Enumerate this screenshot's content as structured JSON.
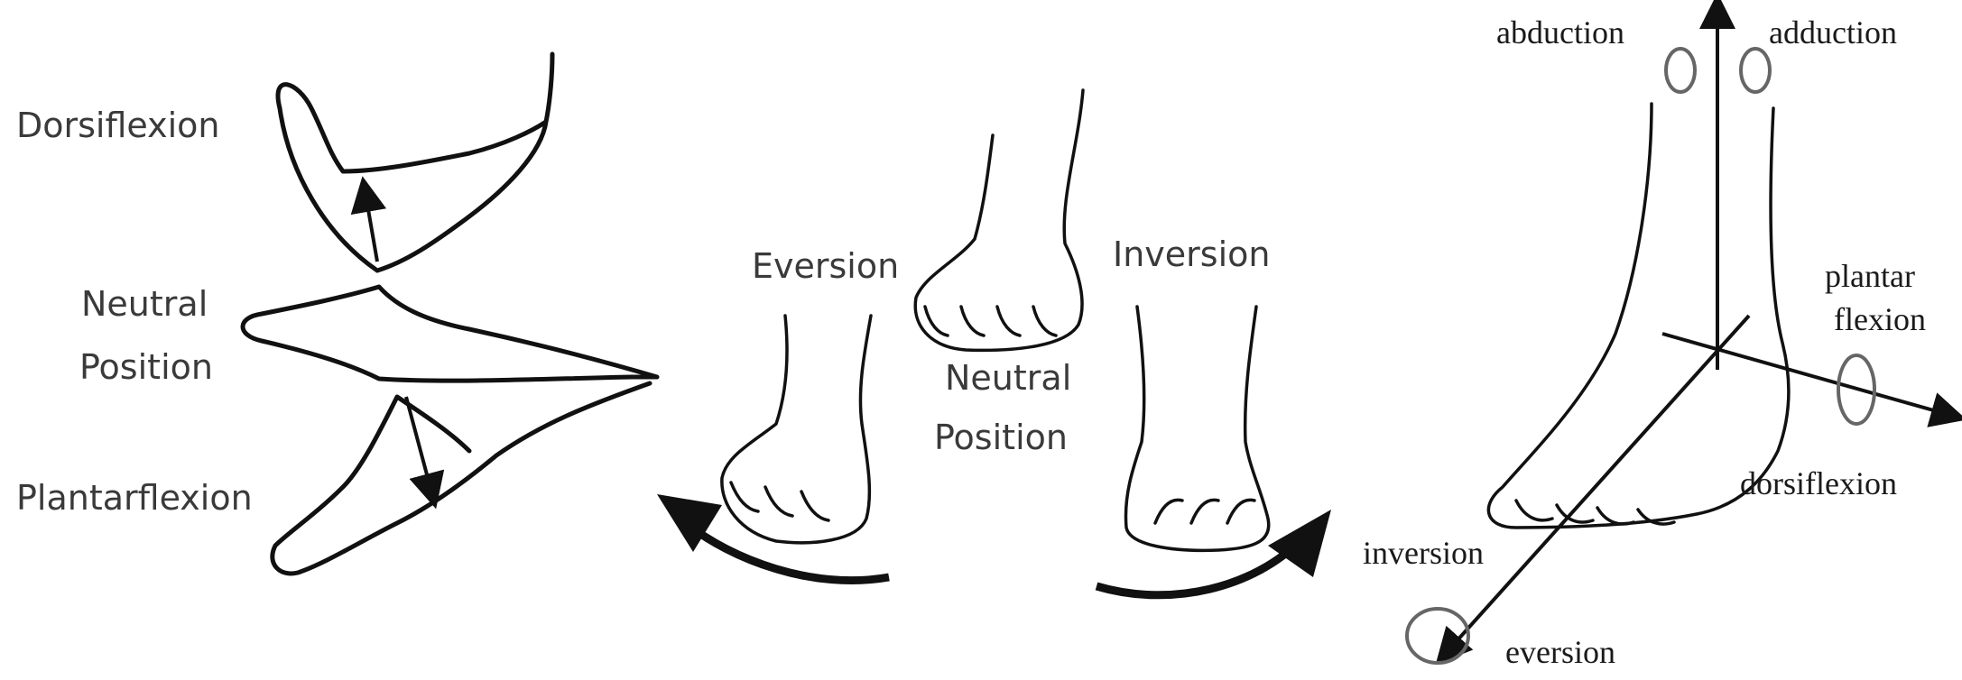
{
  "panel_left": {
    "labels": {
      "dorsiflexion": "Dorsiflexion",
      "neutral_line1": "Neutral",
      "neutral_line2": "Position",
      "plantarflexion": "Plantarflexion"
    }
  },
  "panel_middle": {
    "labels": {
      "eversion": "Eversion",
      "inversion": "Inversion",
      "neutral_line1": "Neutral",
      "neutral_line2": "Position"
    }
  },
  "panel_right": {
    "labels": {
      "abduction": "abduction",
      "adduction": "adduction",
      "plantar_line1": "plantar",
      "plantar_line2": "flexion",
      "dorsiflexion": "dorsiflexion",
      "inversion": "inversion",
      "eversion": "eversion"
    }
  }
}
